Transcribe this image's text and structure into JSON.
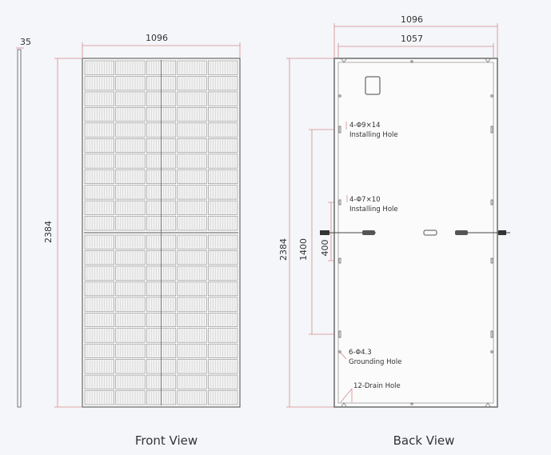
{
  "front_view": {
    "caption": "Front View",
    "width_dim": "1096",
    "height_dim": "2384",
    "thickness_dim": "35",
    "cell_columns": 5,
    "cell_rows_per_half": 11
  },
  "back_view": {
    "caption": "Back View",
    "outer_width_dim": "1096",
    "inner_width_dim": "1057",
    "height_dim": "2384",
    "hole_spacing_dim": "1400",
    "small_hole_spacing_dim": "400",
    "notes": {
      "install_hole_a_spec": "4-Φ9×14",
      "install_hole_a_label": "Installing Hole",
      "install_hole_b_spec": "4-Φ7×10",
      "install_hole_b_label": "Installing Hole",
      "grounding_spec": "6-Φ4.3",
      "grounding_label": "Grounding Hole",
      "drain_label": "12-Drain Hole"
    }
  },
  "colors": {
    "frame": "#666666",
    "cell": "#8a8a8a",
    "dimension": "#d98a8a",
    "text": "#333333"
  }
}
